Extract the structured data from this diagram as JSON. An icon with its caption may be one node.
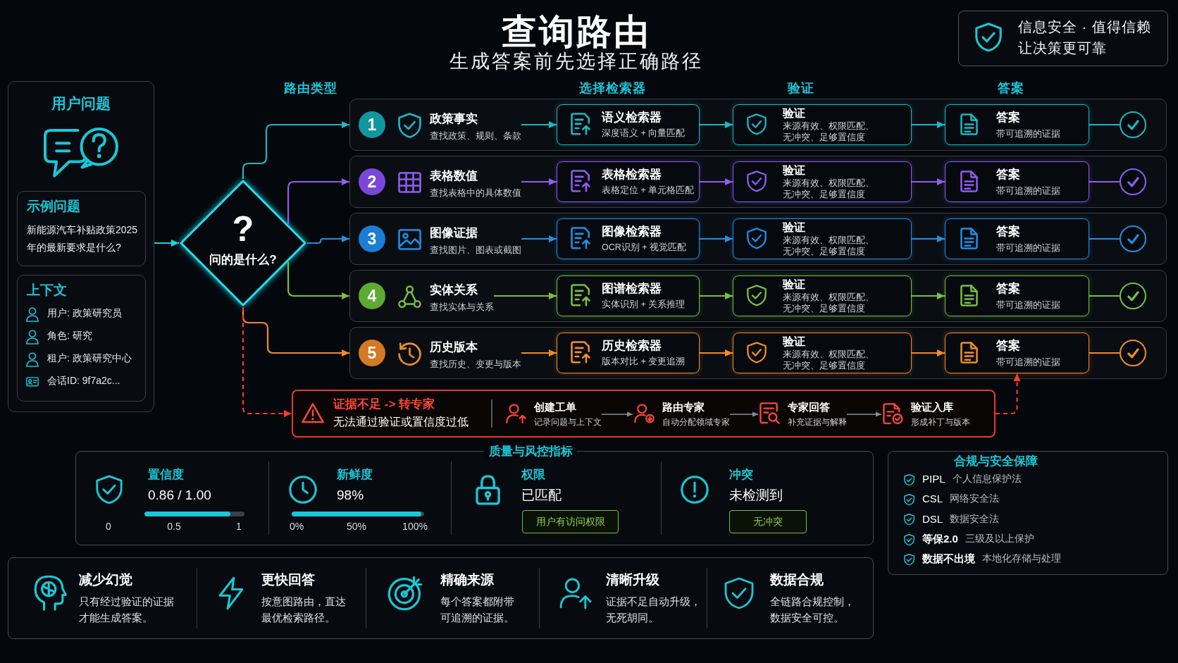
{
  "diagram": {
    "title": "查询路由",
    "nodes": [
      {
        "text": [
          "信息安全 · 值得信赖",
          "让决策更可靠"
        ]
      },
      {
        "text": [
          "用户问题"
        ]
      },
      {
        "text": [
          "示例问题",
          "新能源汽车补贴政策2025年的最新要求是什么?"
        ],
        "in": 1
      },
      {
        "text": [
          "上下文",
          "用户: 政策研究员",
          "角色: 研究",
          "租户: 政策研究中心",
          "会话ID: 9f7a2c..."
        ],
        "in": 1
      },
      {
        "text": [
          "?",
          "问的是什么?"
        ]
      },
      {
        "text": [],
        "shape": "box"
      },
      {
        "text": [
          "1"
        ],
        "in": 5
      },
      {
        "text": [
          "政策事实",
          "查找政策、规则、条款"
        ],
        "in": 5
      },
      {
        "text": [
          "语义检索器",
          "深度语义 + 向量匹配"
        ],
        "in": 5
      },
      {
        "text": [
          "验证",
          "来源有效、权限匹配、无冲突、足够置信度"
        ],
        "in": 5
      },
      {
        "text": [
          "答案",
          "带可追溯的证据"
        ],
        "in": 5
      },
      {
        "text": [],
        "shape": "circle",
        "in": 5
      },
      {
        "text": [],
        "shape": "box"
      },
      {
        "text": [
          "2"
        ],
        "in": 12
      },
      {
        "text": [
          "表格数值",
          "查找表格中的具体数值"
        ],
        "in": 12
      },
      {
        "text": [
          "表格检索器",
          "表格定位 + 单元格匹配"
        ],
        "in": 12
      },
      {
        "text": [
          "验证",
          "来源有效、权限匹配、无冲突、足够置信度"
        ],
        "in": 12
      },
      {
        "text": [
          "答案",
          "带可追溯的证据"
        ],
        "in": 12
      },
      {
        "text": [],
        "shape": "circle",
        "in": 12
      },
      {
        "text": [],
        "shape": "box"
      },
      {
        "text": [
          "3"
        ],
        "in": 19
      },
      {
        "text": [
          "图像证据",
          "查找图片、图表或截图"
        ],
        "in": 19
      },
      {
        "text": [
          "图像检索器",
          "OCR识别 + 视觉匹配"
        ],
        "in": 19
      },
      {
        "text": [
          "验证",
          "来源有效、权限匹配、无冲突、足够置信度"
        ],
        "in": 19
      },
      {
        "text": [
          "答案",
          "带可追溯的证据"
        ],
        "in": 19
      },
      {
        "text": [],
        "shape": "circle",
        "in": 19
      },
      {
        "text": [],
        "shape": "box"
      },
      {
        "text": [
          "4"
        ],
        "in": 26
      },
      {
        "text": [
          "实体关系",
          "查找实体与关系"
        ],
        "in": 26
      },
      {
        "text": [
          "图谱检索器",
          "实体识别 + 关系推理"
        ],
        "in": 26
      },
      {
        "text": [
          "验证",
          "来源有效、权限匹配、无冲突、足够置信度"
        ],
        "in": 26
      },
      {
        "text": [
          "答案",
          "带可追溯的证据"
        ],
        "in": 26
      },
      {
        "text": [],
        "shape": "circle",
        "in": 26
      },
      {
        "text": [],
        "shape": "box"
      },
      {
        "text": [
          "5"
        ],
        "in": 33
      },
      {
        "text": [
          "历史版本",
          "查找历史、变更与版本"
        ],
        "in": 33
      },
      {
        "text": [
          "历史检索器",
          "版本对比 + 变更追溯"
        ],
        "in": 33
      },
      {
        "text": [
          "验证",
          "来源有效、权限匹配、无冲突、足够置信度"
        ],
        "in": 33
      },
      {
        "text": [
          "答案",
          "带可追溯的证据"
        ],
        "in": 33
      },
      {
        "text": [],
        "shape": "circle",
        "in": 33
      },
      {
        "text": [
          "证据不足 -> 转专家",
          "无法通过验证或置信度过低"
        ]
      },
      {
        "text": [
          "创建工单",
          "记录问题与上下文"
        ],
        "in": 40
      },
      {
        "text": [
          "路由专家",
          "自动分配领域专家"
        ],
        "in": 40
      },
      {
        "text": [
          "专家回答",
          "补充证据与解释"
        ],
        "in": 40
      },
      {
        "text": [
          "验证入库",
          "形成补丁与版本"
        ],
        "in": 40
      },
      {
        "text": [
          "质量与风控指标",
          "置信度",
          "0.86 / 1.00",
          "0",
          "0.5",
          "1",
          "新鲜度",
          "98%",
          "0%",
          "50%",
          "100%",
          "权限",
          "已匹配",
          "冲突",
          "未检测到"
        ]
      },
      {
        "text": [
          "用户有访问权限"
        ],
        "in": 45
      },
      {
        "text": [
          "无冲突"
        ],
        "in": 45
      },
      {
        "text": [
          "合规与安全保障",
          "PIPL",
          "个人信息保护法",
          "CSL",
          "网络安全法",
          "DSL",
          "数据安全法",
          "等保2.0",
          "三级及以上保护",
          "数据不出境",
          "本地化存储与处理"
        ]
      },
      {
        "text": [
          "减少幻觉",
          "只有经过验证的证据才能生成答案。",
          "更快回答",
          "按意图路由，直达最优检索路径。",
          "精确来源",
          "每个答案都附带可追溯的证据。",
          "清晰升级",
          "证据不足自动升级，无死胡同。",
          "数据合规",
          "全链路合规控制，数据安全可控。"
        ]
      }
    ],
    "edges": [
      {
        "from": 1,
        "to": 4,
        "arrow": "to"
      },
      {
        "from": 4,
        "to": 5,
        "arrow": "to",
        "color": "#1cb8c4"
      },
      {
        "from": 4,
        "to": 12,
        "arrow": "to",
        "color": "#8e5cf0"
      },
      {
        "from": 4,
        "to": 19,
        "arrow": "to",
        "color": "#1f8fe6"
      },
      {
        "from": 4,
        "to": 26,
        "arrow": "to",
        "color": "#76c043"
      },
      {
        "from": 4,
        "to": 33,
        "arrow": "to",
        "color": "#f08c2a"
      },
      {
        "from": 4,
        "to": 40,
        "arrow": "to",
        "style": "dashed",
        "color": "#ff3b30"
      },
      {
        "from": 7,
        "to": 8,
        "arrow": "to",
        "color": "#1cb8c4"
      },
      {
        "from": 8,
        "to": 9,
        "arrow": "to",
        "color": "#1cb8c4"
      },
      {
        "from": 9,
        "to": 10,
        "arrow": "to",
        "color": "#1cb8c4"
      },
      {
        "from": 10,
        "to": 11,
        "arrow": "none",
        "color": "#1cb8c4"
      },
      {
        "from": 14,
        "to": 15,
        "arrow": "to",
        "color": "#8e5cf0"
      },
      {
        "from": 15,
        "to": 16,
        "arrow": "to",
        "color": "#8e5cf0"
      },
      {
        "from": 16,
        "to": 17,
        "arrow": "to",
        "color": "#8e5cf0"
      },
      {
        "from": 17,
        "to": 18,
        "arrow": "none",
        "color": "#8e5cf0"
      },
      {
        "from": 21,
        "to": 22,
        "arrow": "to",
        "color": "#1f8fe6"
      },
      {
        "from": 22,
        "to": 23,
        "arrow": "to",
        "color": "#1f8fe6"
      },
      {
        "from": 23,
        "to": 24,
        "arrow": "to",
        "color": "#1f8fe6"
      },
      {
        "from": 24,
        "to": 25,
        "arrow": "none",
        "color": "#1f8fe6"
      },
      {
        "from": 28,
        "to": 29,
        "arrow": "to",
        "color": "#76c043"
      },
      {
        "from": 29,
        "to": 30,
        "arrow": "to",
        "color": "#76c043"
      },
      {
        "from": 30,
        "to": 31,
        "arrow": "to",
        "color": "#76c043"
      },
      {
        "from": 31,
        "to": 32,
        "arrow": "none",
        "color": "#76c043"
      },
      {
        "from": 35,
        "to": 36,
        "arrow": "to",
        "color": "#f08c2a"
      },
      {
        "from": 36,
        "to": 37,
        "arrow": "to",
        "color": "#f08c2a"
      },
      {
        "from": 37,
        "to": 38,
        "arrow": "to",
        "color": "#f08c2a"
      },
      {
        "from": 38,
        "to": 39,
        "arrow": "none",
        "color": "#f08c2a"
      },
      {
        "from": 41,
        "to": 42,
        "arrow": "to",
        "color": "#8a8f96"
      },
      {
        "from": 42,
        "to": 43,
        "arrow": "to",
        "color": "#8a8f96"
      },
      {
        "from": 43,
        "to": 44,
        "arrow": "to",
        "color": "#8a8f96"
      },
      {
        "from": 40,
        "to": 38,
        "arrow": "to",
        "style": "dashed",
        "color": "#ff3b30"
      }
    ],
    "labels": [
      "生成答案前先选择正确路径",
      "路由类型",
      "选择检索器",
      "验证",
      "答案"
    ]
  }
}
